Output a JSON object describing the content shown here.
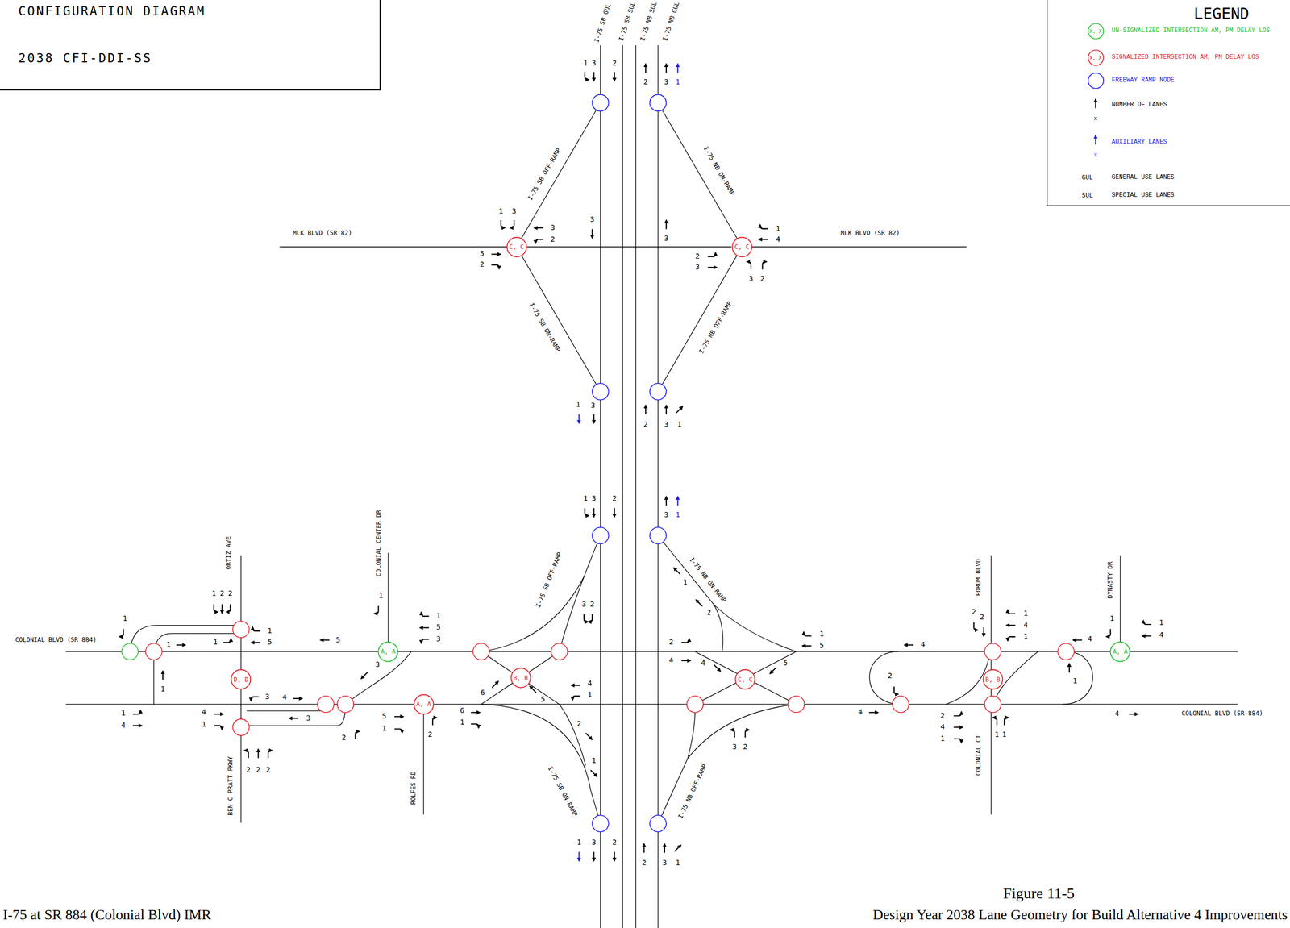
{
  "diagram": {
    "caption": "Figure 11-5",
    "nodes": [
      {
        "text": [
          "CONFIGURATION DIAGRAM",
          "2038 CFI-DDI-SS"
        ]
      },
      {
        "text": [
          "C, C"
        ]
      },
      {
        "text": [
          "C, C"
        ]
      },
      {
        "text": [
          "D, D"
        ]
      },
      {
        "text": [
          "A, A"
        ]
      },
      {
        "text": [
          "A, A"
        ]
      },
      {
        "text": [
          "B, B"
        ]
      },
      {
        "text": [
          "C, C"
        ]
      },
      {
        "text": [
          "B, B"
        ]
      },
      {
        "text": [
          "A, A"
        ]
      }
    ],
    "edges": [
      {
        "from": 1,
        "to": 2,
        "arrow": "none"
      }
    ],
    "labels": [
      "I-75 SB GUL",
      "I-75 SB SUL",
      "I-75 NB SUL",
      "I-75 NB GUL",
      "1",
      "3",
      "2",
      "2",
      "3",
      "1",
      "1",
      "3",
      "3",
      "2",
      "5",
      "2",
      "3",
      "3",
      "1",
      "4",
      "2",
      "3",
      "3",
      "2",
      "1",
      "3",
      "2",
      "3",
      "1",
      "1",
      "3",
      "2",
      "3",
      "1",
      "1",
      "3",
      "2",
      "2",
      "3",
      "1",
      "I-75 SB OFF-RAMP",
      "I-75 NB ON-RAMP",
      "I-75 SB ON-RAMP",
      "I-75 NB OFF-RAMP",
      "I-75 SB OFF-RAMP",
      "I-75 NB ON-RAMP",
      "I-75 SB ON-RAMP",
      "I-75 NB OFF-RAMP",
      "MLK BLVD (SR 82)",
      "MLK BLVD (SR 82)",
      "COLONIAL BLVD (SR 884)",
      "COLONIAL BLVD (SR 884)",
      "ORTIZ AVE",
      "COLONIAL CENTER DR",
      "BEN C PRATT PKWY",
      "ROLFES RD",
      "FORUM BLVD",
      "DYNASTY DR",
      "COLONIAL CT",
      "1",
      "1",
      "1",
      "1",
      "4",
      "1",
      "2",
      "2",
      "1",
      "1",
      "5",
      "3",
      "4",
      "1",
      "3",
      "2",
      "2",
      "2",
      "2",
      "5",
      "4",
      "3",
      "1",
      "1",
      "5",
      "3",
      "5",
      "1",
      "2",
      "6",
      "1",
      "3",
      "2",
      "6",
      "5",
      "4",
      "1",
      "2",
      "1",
      "2",
      "4",
      "4",
      "5",
      "1",
      "5",
      "3",
      "2",
      "2",
      "1",
      "4",
      "4",
      "2",
      "2",
      "2",
      "1",
      "4",
      "1",
      "4",
      "1",
      "1",
      "1",
      "4",
      "2",
      "4",
      "1",
      "1",
      "1",
      "4",
      "LEGEND",
      "X, X",
      "X, X",
      "x",
      "x",
      "GUL",
      "SUL",
      "I-75 at SR 884 (Colonial Blvd) IMR",
      "Design Year 2038 Lane Geometry for Build Alternative 4 Improvements"
    ],
    "legend": [
      {
        "text": "UN-SIGNALIZED INTERSECTION AM, PM DELAY LOS",
        "color": "#22c32a"
      },
      {
        "text": "SIGNALIZED INTERSECTION AM, PM DELAY LOS",
        "color": "#e1262d"
      },
      {
        "text": "FREEWAY RAMP NODE",
        "color": "#1c1cf0"
      },
      {
        "text": "NUMBER OF LANES"
      },
      {
        "text": "AUXILIARY LANES"
      },
      {
        "text": "GENERAL USE LANES"
      },
      {
        "text": "SPECIAL USE LANES"
      }
    ]
  }
}
